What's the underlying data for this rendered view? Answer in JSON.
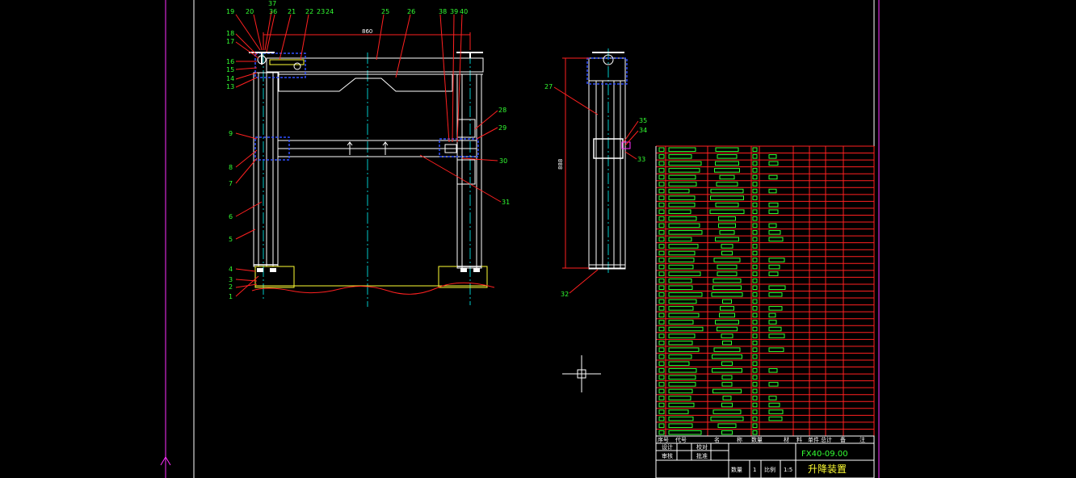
{
  "colors": {
    "background": "#000000",
    "outline": "#ffffff",
    "leader": "#ff2020",
    "label": "#33ff33",
    "centerline": "#00c8c8",
    "hidden": "#3050ff",
    "base": "#ffff33",
    "border": "#ff30ff"
  },
  "front_labels_left": [
    "19",
    "20",
    "37",
    "36",
    "21",
    "22",
    "23",
    "24",
    "18",
    "17",
    "16",
    "15",
    "14",
    "13",
    "9",
    "8",
    "7",
    "6",
    "5",
    "4",
    "3",
    "2",
    "1"
  ],
  "front_labels_top": [
    "25",
    "26",
    "38",
    "39",
    "40"
  ],
  "front_labels_right": [
    "28",
    "29",
    "30",
    "31"
  ],
  "side_labels": [
    "27",
    "35",
    "34",
    "33",
    "32"
  ],
  "dimensions": {
    "width": "860",
    "height": "888"
  },
  "title_block": {
    "drawing_number": "FX40-09.00",
    "title": "升降装置",
    "qty_label": "数量",
    "qty": "1",
    "scale_label": "比例",
    "scale": "1:5",
    "designer": "设计",
    "checker": "审核",
    "reviewer": "校对",
    "approver": "批准",
    "header_cols": [
      "序号",
      "代号",
      "名",
      "称",
      "数量",
      "材",
      "料",
      "单件",
      "总计",
      "备",
      "注"
    ]
  }
}
